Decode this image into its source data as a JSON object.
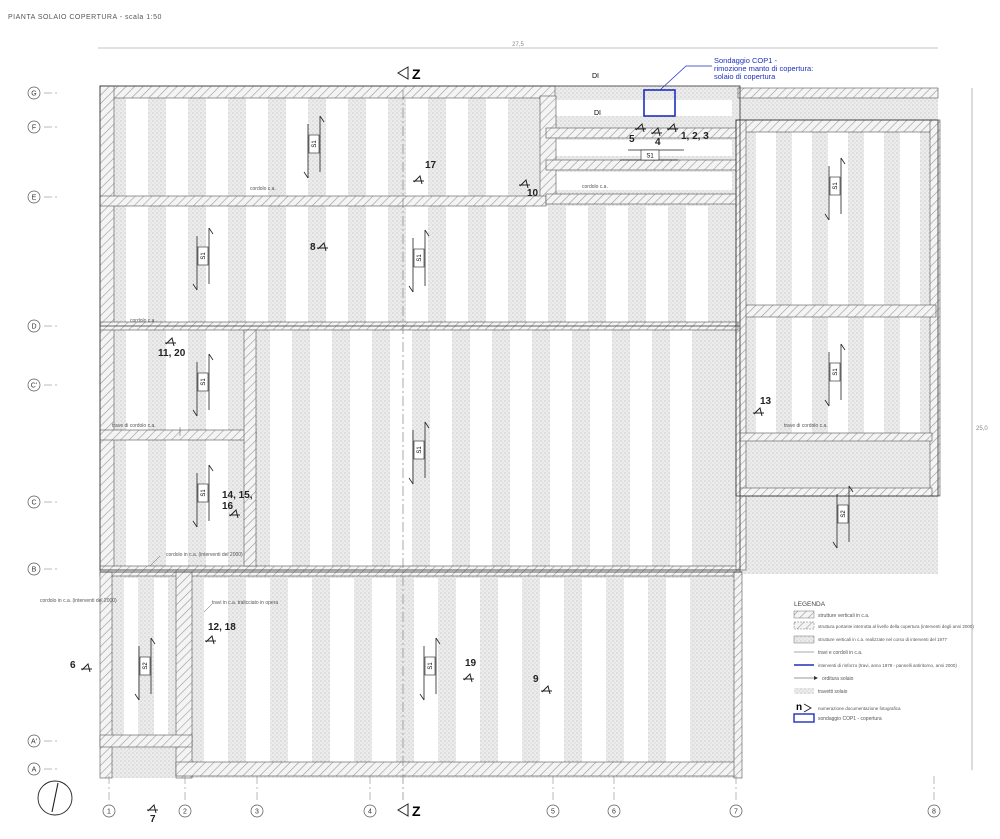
{
  "title": "PIANTA SOLAIO COPERTURA - scala 1:50",
  "top_dimension": "27,5",
  "right_dimension": "25,0",
  "section_mark": "Z",
  "rows": [
    "G",
    "F",
    "E",
    "D",
    "C'",
    "C",
    "B",
    "A'",
    "A"
  ],
  "columns": [
    "1",
    "2",
    "3",
    "4",
    "5",
    "6",
    "7",
    "8"
  ],
  "slab_codes": {
    "s1": "S1",
    "s2": "S2"
  },
  "labels": {
    "di": "DI",
    "cordolo_1": "cordolo c.a.",
    "cordolo_2": "cordolo c.a.",
    "cordolo_3": "cordolo c.a.",
    "trave_cordolo_1": "trave di cordolo c.a.",
    "trave_cordolo_2": "trave di cordolo c.a.",
    "note_b": "cordolo in c.a. (interventi del 2000)",
    "note_left": "cordolo in c.a. (interventi del 2000)",
    "note_lower": "travi in c.a. tralicciato in opera"
  },
  "sondaggio": {
    "line1": "Sondaggio COP1 -",
    "line2": "rimozione manto di copertura:",
    "line3": "solaio di copertura"
  },
  "photos": {
    "p1": "1, 2, 3",
    "p4": "4",
    "p5": "5",
    "p6": "6",
    "p7": "7",
    "p8": "8",
    "p9": "9",
    "p10": "10",
    "p11": "11, 20",
    "p12": "12, 18",
    "p13": "13",
    "p14a": "14, 15,",
    "p14b": "16",
    "p17": "17",
    "p19": "19"
  },
  "legend": {
    "title": "LEGENDA",
    "items": [
      "strutture verticali in c.a.",
      "struttura portante interrotta al livello della copertura (interventi degli anni 2000)",
      "strutture verticali in c.a. realizzate nel corso di interventi del 1977",
      "travi e cordoli in c.a.",
      "interventi di rinforzo (travi, anno 1978 - pannelli antiritorno, anni 2000)",
      "orditura solaio",
      "travetti solaio",
      "numerazione documentazione fotografica",
      "sondaggio COP1 - copertura"
    ],
    "photo_symbol": "n"
  }
}
